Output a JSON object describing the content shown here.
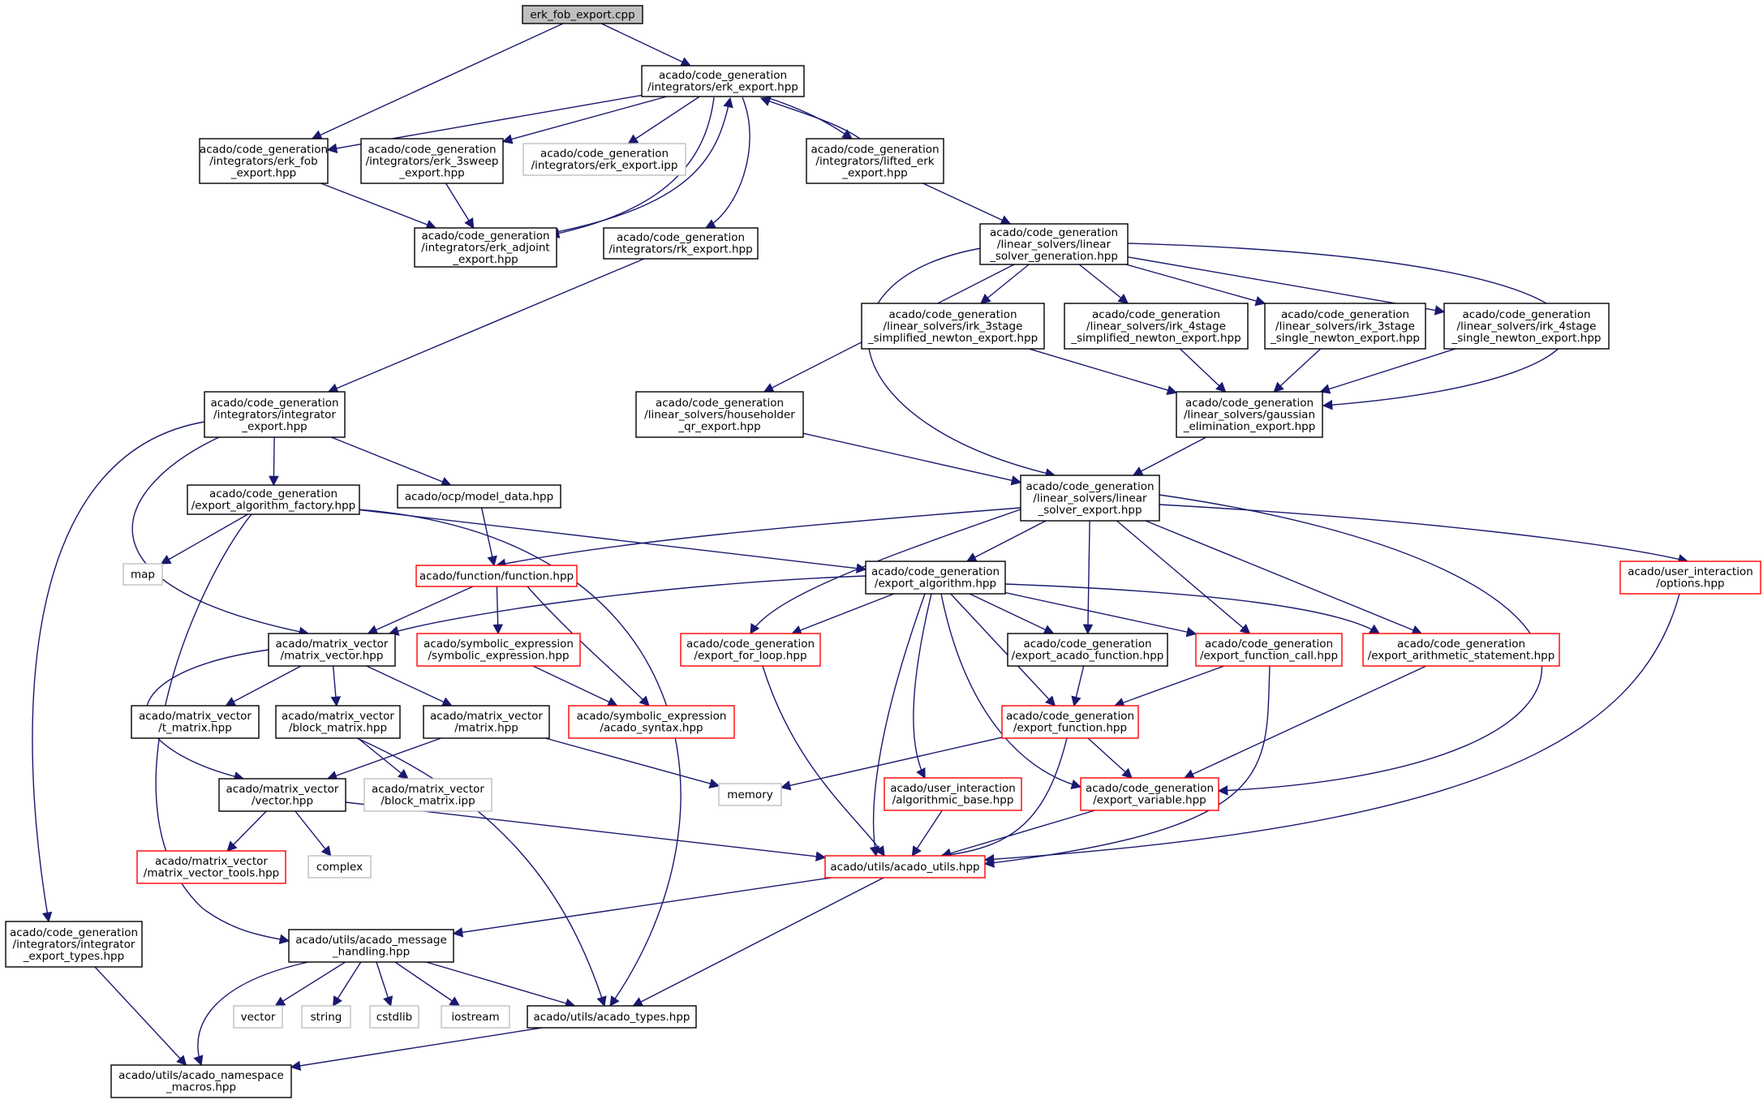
{
  "colors": {
    "edge": "#191970",
    "default_border": "#000000",
    "missing_border": "#ff0000",
    "external_border": "#bfbfbf",
    "root_fill": "#bfbfbf",
    "external_text": "#404040"
  },
  "nodes": [
    {
      "id": "root",
      "kind": "root",
      "lines": [
        "erk_fob_export.cpp"
      ]
    },
    {
      "id": "erk_export",
      "kind": "normal",
      "lines": [
        "acado/code_generation",
        "/integrators/erk_export.hpp"
      ]
    },
    {
      "id": "erk_fob",
      "kind": "normal",
      "lines": [
        "acado/code_generation",
        "/integrators/erk_fob",
        "_export.hpp"
      ]
    },
    {
      "id": "erk_3sweep",
      "kind": "normal",
      "lines": [
        "acado/code_generation",
        "/integrators/erk_3sweep",
        "_export.hpp"
      ]
    },
    {
      "id": "erk_ipp",
      "kind": "external",
      "lines": [
        "acado/code_generation",
        "/integrators/erk_export.ipp"
      ]
    },
    {
      "id": "lifted_erk",
      "kind": "normal",
      "lines": [
        "acado/code_generation",
        "/integrators/lifted_erk",
        "_export.hpp"
      ]
    },
    {
      "id": "erk_adjoint",
      "kind": "normal",
      "lines": [
        "acado/code_generation",
        "/integrators/erk_adjoint",
        "_export.hpp"
      ]
    },
    {
      "id": "rk_export",
      "kind": "normal",
      "lines": [
        "acado/code_generation",
        "/integrators/rk_export.hpp"
      ]
    },
    {
      "id": "lin_gen",
      "kind": "normal",
      "lines": [
        "acado/code_generation",
        "/linear_solvers/linear",
        "_solver_generation.hpp"
      ]
    },
    {
      "id": "irk3_simp",
      "kind": "normal",
      "lines": [
        "acado/code_generation",
        "/linear_solvers/irk_3stage",
        "_simplified_newton_export.hpp"
      ]
    },
    {
      "id": "irk4_simp",
      "kind": "normal",
      "lines": [
        "acado/code_generation",
        "/linear_solvers/irk_4stage",
        "_simplified_newton_export.hpp"
      ]
    },
    {
      "id": "irk3_single",
      "kind": "normal",
      "lines": [
        "acado/code_generation",
        "/linear_solvers/irk_3stage",
        "_single_newton_export.hpp"
      ]
    },
    {
      "id": "irk4_single",
      "kind": "normal",
      "lines": [
        "acado/code_generation",
        "/linear_solvers/irk_4stage",
        "_single_newton_export.hpp"
      ]
    },
    {
      "id": "integrator",
      "kind": "normal",
      "lines": [
        "acado/code_generation",
        "/integrators/integrator",
        "_export.hpp"
      ]
    },
    {
      "id": "householder",
      "kind": "normal",
      "lines": [
        "acado/code_generation",
        "/linear_solvers/householder",
        "_qr_export.hpp"
      ]
    },
    {
      "id": "gaussian",
      "kind": "normal",
      "lines": [
        "acado/code_generation",
        "/linear_solvers/gaussian",
        "_elimination_export.hpp"
      ]
    },
    {
      "id": "alg_factory",
      "kind": "normal",
      "lines": [
        "acado/code_generation",
        "/export_algorithm_factory.hpp"
      ]
    },
    {
      "id": "model_data",
      "kind": "normal",
      "lines": [
        "acado/ocp/model_data.hpp"
      ]
    },
    {
      "id": "lin_export",
      "kind": "normal",
      "lines": [
        "acado/code_generation",
        "/linear_solvers/linear",
        "_solver_export.hpp"
      ]
    },
    {
      "id": "map",
      "kind": "external",
      "lines": [
        "map"
      ]
    },
    {
      "id": "function",
      "kind": "missing",
      "lines": [
        "acado/function/function.hpp"
      ]
    },
    {
      "id": "export_algorithm",
      "kind": "normal",
      "lines": [
        "acado/code_generation",
        "/export_algorithm.hpp"
      ]
    },
    {
      "id": "options",
      "kind": "missing",
      "lines": [
        "acado/user_interaction",
        "/options.hpp"
      ]
    },
    {
      "id": "matrix_vector",
      "kind": "normal",
      "lines": [
        "acado/matrix_vector",
        "/matrix_vector.hpp"
      ]
    },
    {
      "id": "symbolic_expr",
      "kind": "missing",
      "lines": [
        "acado/symbolic_expression",
        "/symbolic_expression.hpp"
      ]
    },
    {
      "id": "for_loop",
      "kind": "missing",
      "lines": [
        "acado/code_generation",
        "/export_for_loop.hpp"
      ]
    },
    {
      "id": "acado_function",
      "kind": "normal",
      "lines": [
        "acado/code_generation",
        "/export_acado_function.hpp"
      ]
    },
    {
      "id": "function_call",
      "kind": "missing",
      "lines": [
        "acado/code_generation",
        "/export_function_call.hpp"
      ]
    },
    {
      "id": "arith",
      "kind": "missing",
      "lines": [
        "acado/code_generation",
        "/export_arithmetic_statement.hpp"
      ]
    },
    {
      "id": "t_matrix",
      "kind": "normal",
      "lines": [
        "acado/matrix_vector",
        "/t_matrix.hpp"
      ]
    },
    {
      "id": "block_matrix",
      "kind": "normal",
      "lines": [
        "acado/matrix_vector",
        "/block_matrix.hpp"
      ]
    },
    {
      "id": "matrix",
      "kind": "normal",
      "lines": [
        "acado/matrix_vector",
        "/matrix.hpp"
      ]
    },
    {
      "id": "acado_syntax",
      "kind": "missing",
      "lines": [
        "acado/symbolic_expression",
        "/acado_syntax.hpp"
      ]
    },
    {
      "id": "export_function",
      "kind": "missing",
      "lines": [
        "acado/code_generation",
        "/export_function.hpp"
      ]
    },
    {
      "id": "vector",
      "kind": "normal",
      "lines": [
        "acado/matrix_vector",
        "/vector.hpp"
      ]
    },
    {
      "id": "block_ipp",
      "kind": "external",
      "lines": [
        "acado/matrix_vector",
        "/block_matrix.ipp"
      ]
    },
    {
      "id": "memory",
      "kind": "external",
      "lines": [
        "memory"
      ]
    },
    {
      "id": "alg_base",
      "kind": "missing",
      "lines": [
        "acado/user_interaction",
        "/algorithmic_base.hpp"
      ]
    },
    {
      "id": "export_variable",
      "kind": "missing",
      "lines": [
        "acado/code_generation",
        "/export_variable.hpp"
      ]
    },
    {
      "id": "mv_tools",
      "kind": "missing",
      "lines": [
        "acado/matrix_vector",
        "/matrix_vector_tools.hpp"
      ]
    },
    {
      "id": "complex",
      "kind": "external",
      "lines": [
        "complex"
      ]
    },
    {
      "id": "acado_utils",
      "kind": "missing",
      "lines": [
        "acado/utils/acado_utils.hpp"
      ]
    },
    {
      "id": "int_types",
      "kind": "normal",
      "lines": [
        "acado/code_generation",
        "/integrators/integrator",
        "_export_types.hpp"
      ]
    },
    {
      "id": "msg_handling",
      "kind": "normal",
      "lines": [
        "acado/utils/acado_message",
        "_handling.hpp"
      ]
    },
    {
      "id": "std_vector",
      "kind": "external",
      "lines": [
        "vector"
      ]
    },
    {
      "id": "string",
      "kind": "external",
      "lines": [
        "string"
      ]
    },
    {
      "id": "cstdlib",
      "kind": "external",
      "lines": [
        "cstdlib"
      ]
    },
    {
      "id": "iostream",
      "kind": "external",
      "lines": [
        "iostream"
      ]
    },
    {
      "id": "acado_types",
      "kind": "normal",
      "lines": [
        "acado/utils/acado_types.hpp"
      ]
    },
    {
      "id": "namespace_macros",
      "kind": "normal",
      "lines": [
        "acado/utils/acado_namespace",
        "_macros.hpp"
      ]
    }
  ],
  "edges": [
    [
      "root",
      "erk_export"
    ],
    [
      "root",
      "erk_fob"
    ],
    [
      "erk_export",
      "erk_fob"
    ],
    [
      "erk_export",
      "erk_3sweep"
    ],
    [
      "erk_export",
      "erk_ipp"
    ],
    [
      "erk_export",
      "lifted_erk"
    ],
    [
      "erk_export",
      "erk_adjoint"
    ],
    [
      "erk_export",
      "rk_export"
    ],
    [
      "erk_fob",
      "erk_adjoint"
    ],
    [
      "erk_3sweep",
      "erk_adjoint"
    ],
    [
      "erk_adjoint",
      "erk_export"
    ],
    [
      "lifted_erk",
      "erk_export"
    ],
    [
      "lifted_erk",
      "lin_gen"
    ],
    [
      "rk_export",
      "integrator"
    ],
    [
      "lin_gen",
      "irk3_simp"
    ],
    [
      "lin_gen",
      "irk4_simp"
    ],
    [
      "lin_gen",
      "irk3_single"
    ],
    [
      "lin_gen",
      "irk4_single"
    ],
    [
      "lin_gen",
      "householder"
    ],
    [
      "lin_gen",
      "gaussian"
    ],
    [
      "lin_gen",
      "lin_export"
    ],
    [
      "irk3_simp",
      "gaussian"
    ],
    [
      "irk4_simp",
      "gaussian"
    ],
    [
      "irk3_single",
      "gaussian"
    ],
    [
      "irk4_single",
      "gaussian"
    ],
    [
      "householder",
      "lin_export"
    ],
    [
      "gaussian",
      "lin_export"
    ],
    [
      "integrator",
      "alg_factory"
    ],
    [
      "integrator",
      "model_data"
    ],
    [
      "integrator",
      "matrix_vector"
    ],
    [
      "integrator",
      "int_types"
    ],
    [
      "alg_factory",
      "map"
    ],
    [
      "alg_factory",
      "export_algorithm"
    ],
    [
      "alg_factory",
      "acado_types"
    ],
    [
      "alg_factory",
      "msg_handling"
    ],
    [
      "model_data",
      "function"
    ],
    [
      "lin_export",
      "function"
    ],
    [
      "lin_export",
      "export_algorithm"
    ],
    [
      "lin_export",
      "options"
    ],
    [
      "lin_export",
      "for_loop"
    ],
    [
      "lin_export",
      "acado_function"
    ],
    [
      "lin_export",
      "function_call"
    ],
    [
      "lin_export",
      "arith"
    ],
    [
      "lin_export",
      "export_variable"
    ],
    [
      "function",
      "matrix_vector"
    ],
    [
      "function",
      "symbolic_expr"
    ],
    [
      "function",
      "acado_syntax"
    ],
    [
      "export_algorithm",
      "matrix_vector"
    ],
    [
      "export_algorithm",
      "for_loop"
    ],
    [
      "export_algorithm",
      "acado_function"
    ],
    [
      "export_algorithm",
      "function_call"
    ],
    [
      "export_algorithm",
      "arith"
    ],
    [
      "export_algorithm",
      "export_function"
    ],
    [
      "export_algorithm",
      "alg_base"
    ],
    [
      "export_algorithm",
      "acado_utils"
    ],
    [
      "export_algorithm",
      "export_variable"
    ],
    [
      "options",
      "acado_utils"
    ],
    [
      "matrix_vector",
      "t_matrix"
    ],
    [
      "matrix_vector",
      "block_matrix"
    ],
    [
      "matrix_vector",
      "matrix"
    ],
    [
      "matrix_vector",
      "vector"
    ],
    [
      "symbolic_expr",
      "acado_syntax"
    ],
    [
      "for_loop",
      "acado_utils"
    ],
    [
      "acado_function",
      "export_function"
    ],
    [
      "function_call",
      "export_function"
    ],
    [
      "function_call",
      "acado_utils"
    ],
    [
      "arith",
      "export_variable"
    ],
    [
      "block_matrix",
      "block_ipp"
    ],
    [
      "block_matrix",
      "acado_types"
    ],
    [
      "matrix",
      "vector"
    ],
    [
      "matrix",
      "memory"
    ],
    [
      "export_function",
      "memory"
    ],
    [
      "export_function",
      "export_variable"
    ],
    [
      "export_function",
      "acado_utils"
    ],
    [
      "vector",
      "mv_tools"
    ],
    [
      "vector",
      "complex"
    ],
    [
      "vector",
      "acado_utils"
    ],
    [
      "alg_base",
      "acado_utils"
    ],
    [
      "export_variable",
      "acado_utils"
    ],
    [
      "acado_utils",
      "msg_handling"
    ],
    [
      "acado_utils",
      "acado_types"
    ],
    [
      "int_types",
      "namespace_macros"
    ],
    [
      "msg_handling",
      "std_vector"
    ],
    [
      "msg_handling",
      "string"
    ],
    [
      "msg_handling",
      "cstdlib"
    ],
    [
      "msg_handling",
      "iostream"
    ],
    [
      "msg_handling",
      "acado_types"
    ],
    [
      "msg_handling",
      "namespace_macros"
    ],
    [
      "acado_types",
      "namespace_macros"
    ]
  ]
}
